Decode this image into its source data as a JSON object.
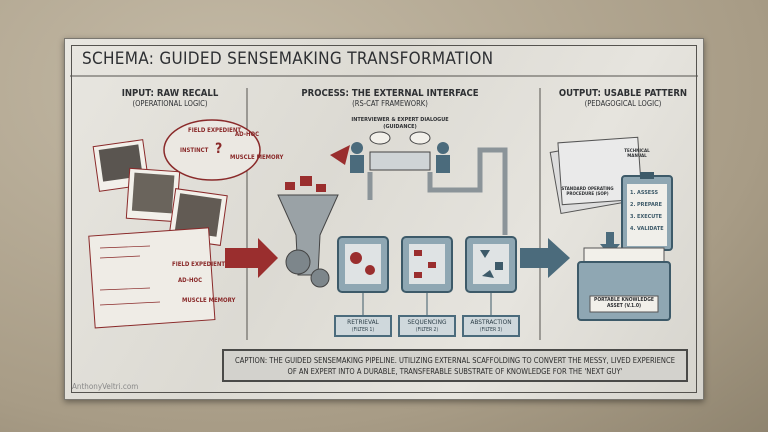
{
  "title": "SCHEMA: GUIDED SENSEMAKING TRANSFORMATION",
  "input": {
    "header": "INPUT: RAW RECALL",
    "sub": "(OPERATIONAL LOGIC)",
    "cloud": [
      "FIELD EXPEDIENT",
      "AD-HOC",
      "INSTINCT",
      "?",
      "MUSCLE MEMORY"
    ],
    "notes": [
      "FIELD EXPEDIENT",
      "AD-HOC",
      "MUSCLE MEMORY"
    ]
  },
  "process": {
    "header": "PROCESS: THE EXTERNAL INTERFACE",
    "sub": "(RS-CAT FRAMEWORK)",
    "dialogue": "INTERVIEWER & EXPERT DIALOGUE",
    "dialogue_sub": "(GUIDANCE)",
    "filters": [
      {
        "label": "RETRIEVAL",
        "sub": "(FILTER 1)"
      },
      {
        "label": "SEQUENCING",
        "sub": "(FILTER 2)"
      },
      {
        "label": "ABSTRACTION",
        "sub": "(FILTER 3)"
      }
    ]
  },
  "output": {
    "header": "OUTPUT: USABLE PATTERN",
    "sub": "(PEDAGOGICAL LOGIC)",
    "manual": "TECHNICAL MANUAL",
    "sop": "STANDARD OPERATING PROCEDURE (SOP)",
    "checklist": [
      "1. ASSESS",
      "2. PREPARE",
      "3. EXECUTE",
      "4. VALIDATE"
    ],
    "asset": "PORTABLE KNOWLEDGE ASSET (V.1.0)"
  },
  "caption": "CAPTION: THE GUIDED SENSEMAKING PIPELINE. UTILIZING EXTERNAL SCAFFOLDING TO CONVERT THE MESSY, LIVED EXPERIENCE OF AN EXPERT INTO A DURABLE, TRANSFERABLE SUBSTRATE OF KNOWLEDGE FOR THE 'NEXT GUY'",
  "watermark": "AnthonyVeltri.com",
  "colors": {
    "red": "#9a2e2e",
    "steel": "#4b6b7c",
    "paper": "#e4e2dc",
    "background": "#b3a892"
  }
}
